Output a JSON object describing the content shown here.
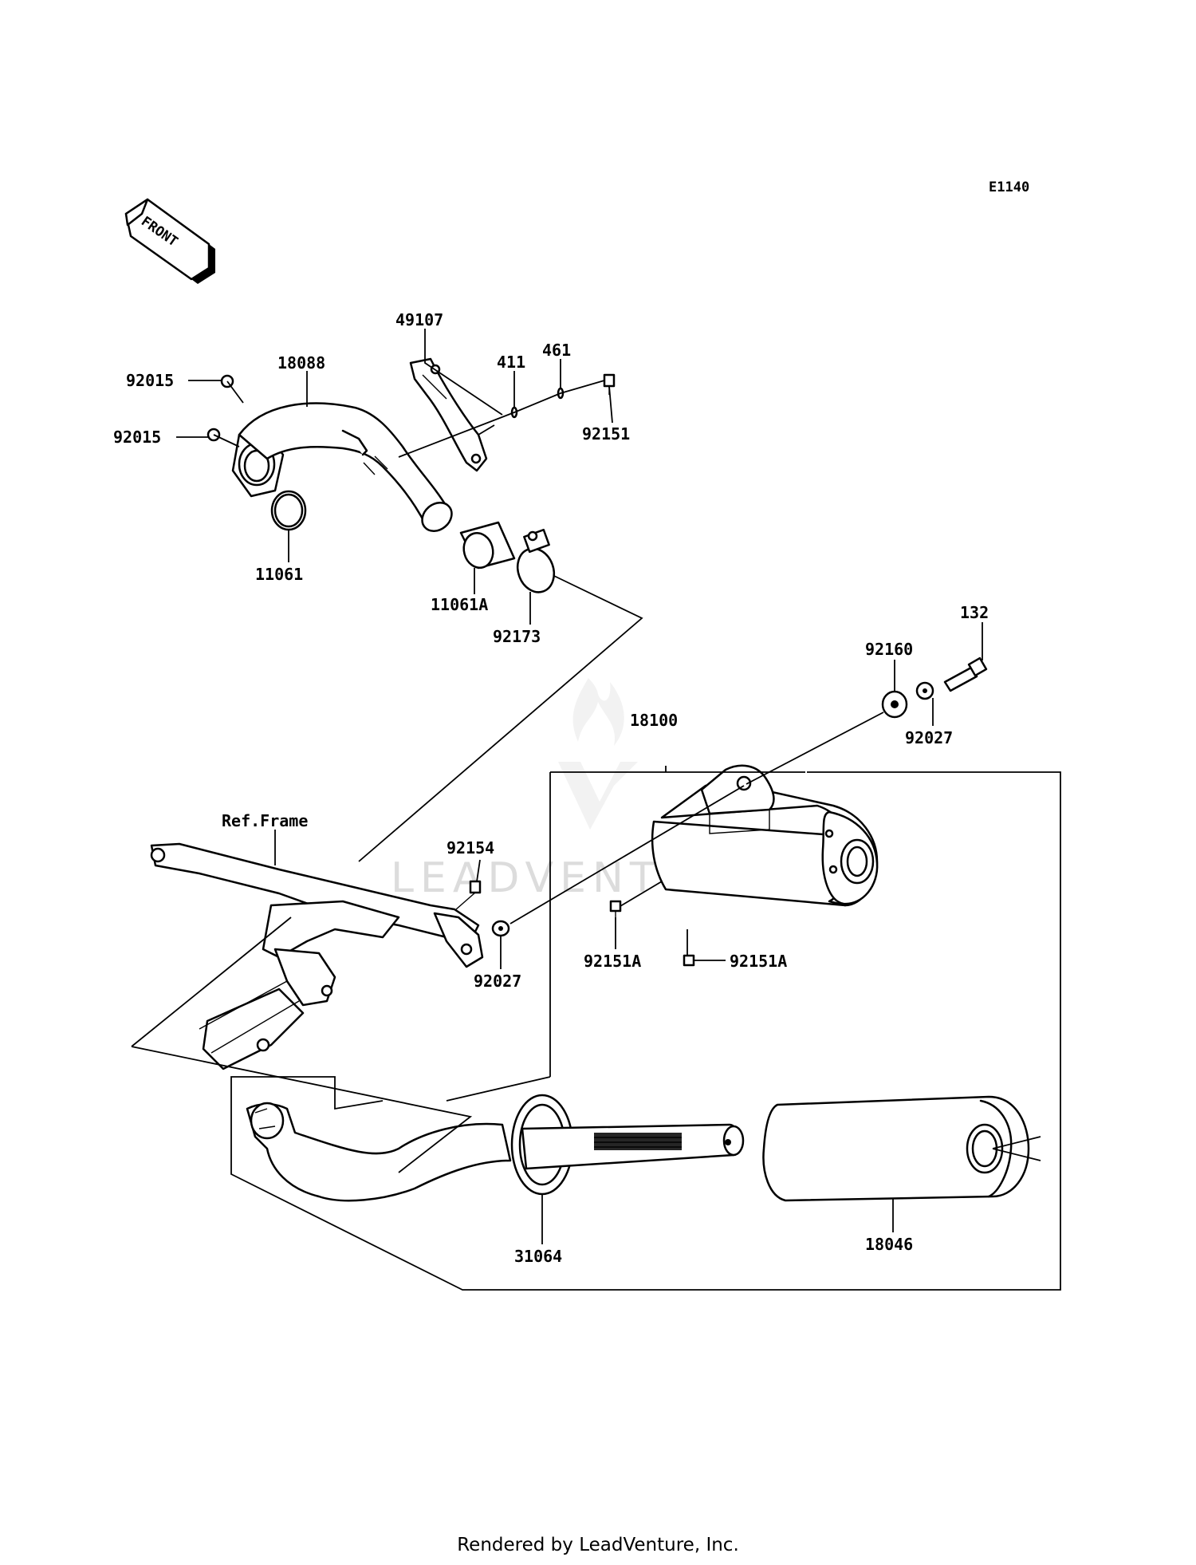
{
  "diagram_code": "E1140",
  "front_arrow_label": "FRONT",
  "watermark": "LEADVENTURE",
  "footer": "Rendered by LeadVenture, Inc.",
  "callouts": {
    "p92015_a": "92015",
    "p92015_b": "92015",
    "p18088": "18088",
    "p49107": "49107",
    "p411": "411",
    "p461": "461",
    "p92151": "92151",
    "p11061": "11061",
    "p11061A": "11061A",
    "p92173": "92173",
    "p132": "132",
    "p92160": "92160",
    "p92027_a": "92027",
    "p18100": "18100",
    "ref_frame": "Ref.Frame",
    "p92154": "92154",
    "p92027_b": "92027",
    "p92151A_a": "92151A",
    "p92151A_b": "92151A",
    "p31064": "31064",
    "p18046": "18046"
  }
}
